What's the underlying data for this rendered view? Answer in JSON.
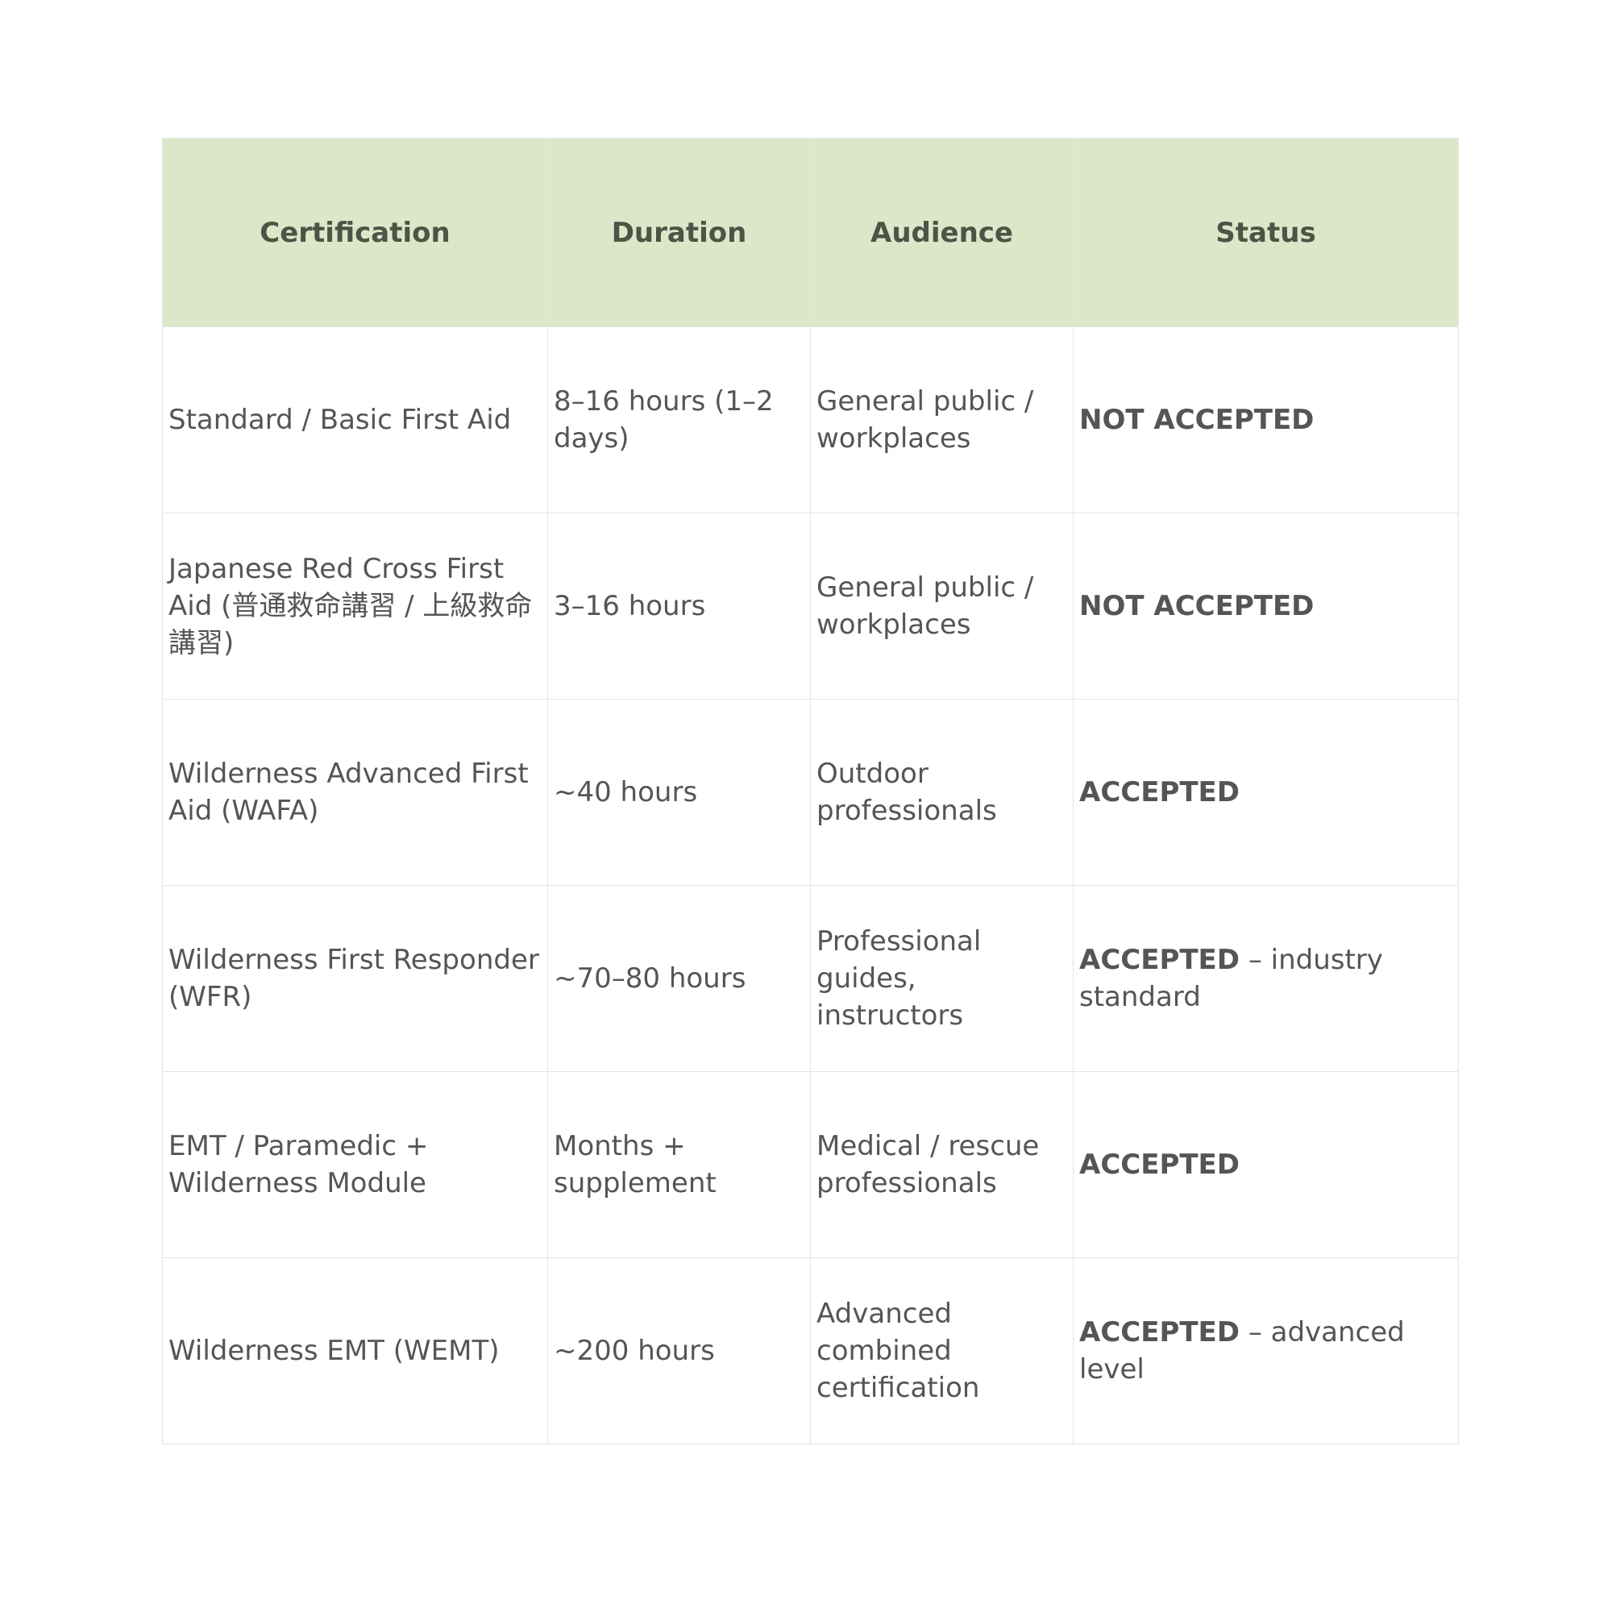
{
  "table": {
    "headers": [
      "Certification",
      "Duration",
      "Audience",
      "Status"
    ],
    "rows": [
      {
        "certification": "Standard / Basic First Aid",
        "duration": "8–16 hours (1–2 days)",
        "audience": "General public / workplaces",
        "status": "NOT ACCEPTED",
        "status_note": ""
      },
      {
        "certification": "Japanese Red Cross First Aid (普通救命講習 / 上級救命講習)",
        "duration": "3–16 hours",
        "audience": "General public / workplaces",
        "status": "NOT ACCEPTED",
        "status_note": ""
      },
      {
        "certification": "Wilderness Advanced First Aid (WAFA)",
        "duration": "~40 hours",
        "audience": "Outdoor professionals",
        "status": "ACCEPTED",
        "status_note": ""
      },
      {
        "certification": "Wilderness First Responder (WFR)",
        "duration": "~70–80 hours",
        "audience": "Professional guides, instructors",
        "status": "ACCEPTED",
        "status_note": " – industry standard"
      },
      {
        "certification": "EMT / Paramedic + Wilderness Module",
        "duration": "Months + supplement",
        "audience": "Medical / rescue professionals",
        "status": "ACCEPTED",
        "status_note": ""
      },
      {
        "certification": "Wilderness EMT (WEMT)",
        "duration": "~200 hours",
        "audience": "Advanced combined certification",
        "status": "ACCEPTED",
        "status_note": " – advanced level"
      }
    ]
  }
}
